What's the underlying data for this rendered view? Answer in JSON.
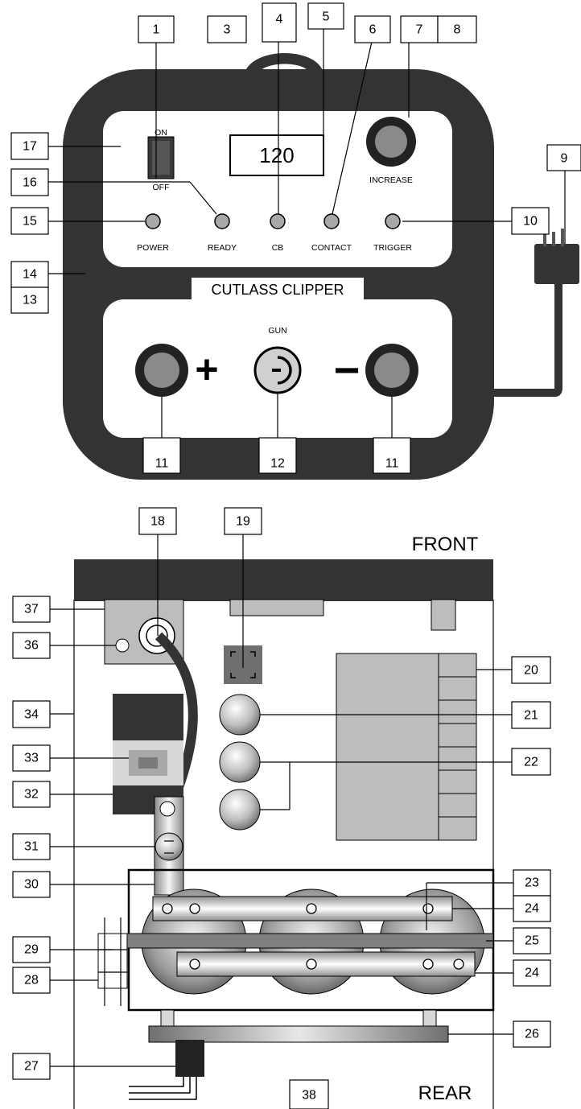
{
  "front_panel": {
    "switch_on": "ON",
    "switch_off": "OFF",
    "display_value": "120",
    "increase_label": "INCREASE",
    "indicators": [
      "POWER",
      "READY",
      "CB",
      "CONTACT",
      "TRIGGER"
    ],
    "name_plate": "CUTLASS CLIPPER",
    "gun_label": "GUN",
    "plus_symbol": "+",
    "minus_symbol": "−"
  },
  "internal_view": {
    "front_label": "FRONT",
    "rear_label": "REAR"
  },
  "callouts": {
    "c1": "1",
    "c3": "3",
    "c4": "4",
    "c5": "5",
    "c6": "6",
    "c7": "7",
    "c8": "8",
    "c9": "9",
    "c10": "10",
    "c11a": "11",
    "c11b": "11",
    "c12": "12",
    "c13": "13",
    "c14": "14",
    "c15": "15",
    "c16": "16",
    "c17": "17",
    "c18": "18",
    "c19": "19",
    "c20": "20",
    "c21": "21",
    "c22": "22",
    "c23": "23",
    "c24a": "24",
    "c24b": "24",
    "c25": "25",
    "c26": "26",
    "c27": "27",
    "c28": "28",
    "c29": "29",
    "c30": "30",
    "c31": "31",
    "c32": "32",
    "c33": "33",
    "c34": "34",
    "c36": "36",
    "c37": "37",
    "c38": "38"
  },
  "colors": {
    "housing": "#333333",
    "panel": "#ffffff",
    "led": "#a8a8a8",
    "component": "#b8b8b8",
    "relay_block": "#bdbdbd"
  }
}
